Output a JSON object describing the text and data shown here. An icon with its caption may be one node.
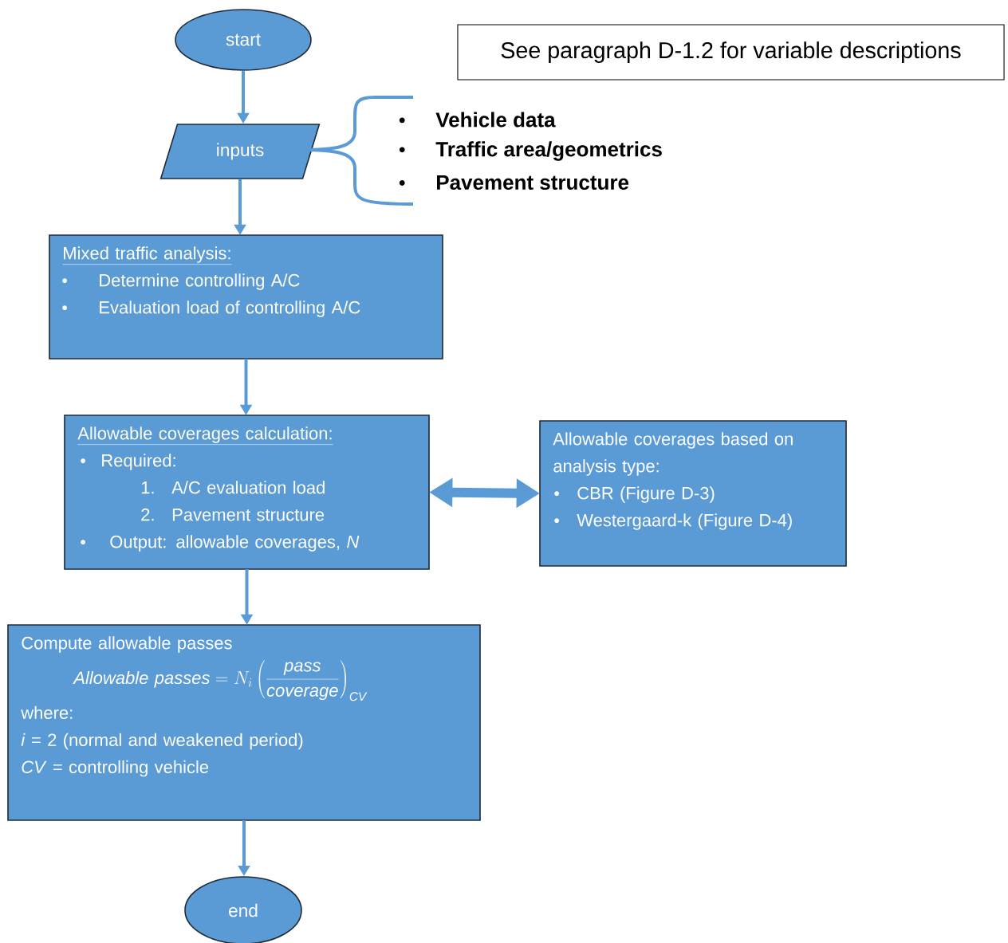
{
  "diagram": {
    "nodes": [
      {
        "text": [
          "start"
        ]
      },
      {
        "text": [
          "See paragraph D-1.2 for variable descriptions"
        ]
      },
      {
        "text": [
          "inputs"
        ]
      },
      {
        "text": [
          "Mixed traffic analysis:",
          "Determine controlling A/C",
          "Evaluation load of controlling A/C"
        ]
      },
      {
        "text": [
          "Allowable coverages calculation:",
          "Required:",
          "1.",
          "A/C evaluation load",
          "2.",
          "Pavement structure",
          "Output: allowable coverages, *N*"
        ]
      },
      {
        "text": [
          "Allowable coverages based on analysis type:",
          "CBR (Figure D-3)",
          "Westergaard-k (Figure D-4)"
        ]
      },
      {
        "text": [
          "Compute allowable passes",
          "\\mathit{Allowable\\ passes} = N_i\\left(\\frac{\\mathit{pass}}{\\mathit{coverage}}\\right)_{\\mathit{CV}}",
          "where:",
          "*i* = 2 (normal and weakened period)",
          "*CV* = controlling vehicle"
        ]
      },
      {
        "text": [
          "end"
        ]
      }
    ],
    "edges": [
      {
        "from": 0,
        "to": 2,
        "arrow": "to"
      },
      {
        "from": 2,
        "to": 3,
        "arrow": "to"
      },
      {
        "from": 3,
        "to": 4,
        "arrow": "to"
      },
      {
        "from": 4,
        "to": 5,
        "arrow": "both",
        "style": "thick"
      },
      {
        "from": 4,
        "to": 6,
        "arrow": "to"
      },
      {
        "from": 6,
        "to": 7,
        "arrow": "to"
      }
    ],
    "labels": [
      "Vehicle data",
      "Traffic area/geometrics",
      "Pavement structure"
    ]
  }
}
